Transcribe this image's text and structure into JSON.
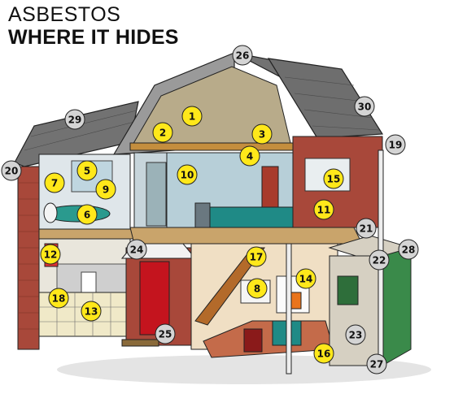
{
  "header": {
    "title_line1": "ASBESTOS",
    "title_line2": "WHERE IT HIDES"
  },
  "colors": {
    "marker_yellow": "#FFE81A",
    "marker_grey": "#D4D4D4",
    "brick": "#A8483A",
    "roof": "#6E6E6E",
    "teal_bed": "#1F8A86",
    "door_red": "#C4141E",
    "shed": "#D6D0C2"
  },
  "markers": [
    {
      "label": "1",
      "style": "yellow"
    },
    {
      "label": "2",
      "style": "yellow"
    },
    {
      "label": "3",
      "style": "yellow"
    },
    {
      "label": "4",
      "style": "yellow"
    },
    {
      "label": "5",
      "style": "yellow"
    },
    {
      "label": "6",
      "style": "yellow"
    },
    {
      "label": "7",
      "style": "yellow"
    },
    {
      "label": "8",
      "style": "yellow"
    },
    {
      "label": "9",
      "style": "yellow"
    },
    {
      "label": "10",
      "style": "yellow"
    },
    {
      "label": "11",
      "style": "yellow"
    },
    {
      "label": "12",
      "style": "yellow"
    },
    {
      "label": "13",
      "style": "yellow"
    },
    {
      "label": "14",
      "style": "yellow"
    },
    {
      "label": "15",
      "style": "yellow"
    },
    {
      "label": "16",
      "style": "yellow"
    },
    {
      "label": "17",
      "style": "yellow"
    },
    {
      "label": "18",
      "style": "yellow"
    },
    {
      "label": "19",
      "style": "grey"
    },
    {
      "label": "20",
      "style": "grey"
    },
    {
      "label": "21",
      "style": "grey"
    },
    {
      "label": "22",
      "style": "grey"
    },
    {
      "label": "23",
      "style": "grey"
    },
    {
      "label": "24",
      "style": "grey"
    },
    {
      "label": "25",
      "style": "grey"
    },
    {
      "label": "26",
      "style": "grey"
    },
    {
      "label": "27",
      "style": "grey"
    },
    {
      "label": "28",
      "style": "grey"
    },
    {
      "label": "29",
      "style": "grey"
    },
    {
      "label": "30",
      "style": "grey"
    }
  ]
}
